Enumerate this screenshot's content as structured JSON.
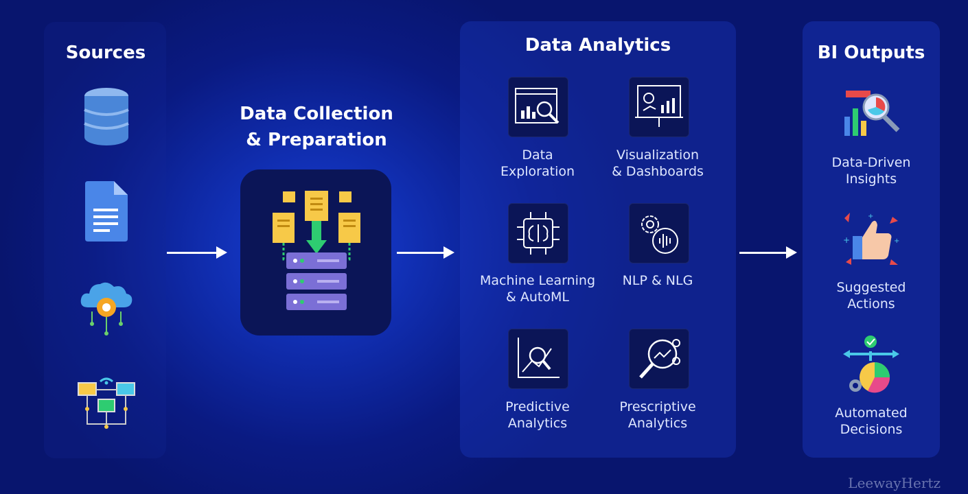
{
  "sources": {
    "title": "Sources"
  },
  "collection": {
    "title_line1": "Data Collection",
    "title_line2": "& Preparation"
  },
  "analytics": {
    "title": "Data Analytics",
    "items": [
      {
        "line1": "Data",
        "line2": "Exploration",
        "icon": "data-exploration-icon"
      },
      {
        "line1": "Visualization",
        "line2": "& Dashboards",
        "icon": "dashboard-icon"
      },
      {
        "line1": "Machine Learning",
        "line2": "& AutoML",
        "icon": "ai-chip-icon"
      },
      {
        "line1": "NLP & NLG",
        "line2": "",
        "icon": "nlp-icon"
      },
      {
        "line1": "Predictive",
        "line2": "Analytics",
        "icon": "predictive-icon"
      },
      {
        "line1": "Prescriptive",
        "line2": "Analytics",
        "icon": "prescriptive-icon"
      }
    ]
  },
  "bi": {
    "title": "BI Outputs",
    "items": [
      {
        "line1": "Data-Driven",
        "line2": "Insights",
        "icon": "insights-chart-icon"
      },
      {
        "line1": "Suggested",
        "line2": "Actions",
        "icon": "thumbs-up-icon"
      },
      {
        "line1": "Automated",
        "line2": "Decisions",
        "icon": "decision-pie-icon"
      }
    ]
  },
  "watermark": "LeewayHertz",
  "colors": {
    "accent_yellow": "#f7c948",
    "accent_green": "#2ecc71",
    "accent_purple": "#7b6fd6",
    "accent_blue": "#4a90e2"
  }
}
